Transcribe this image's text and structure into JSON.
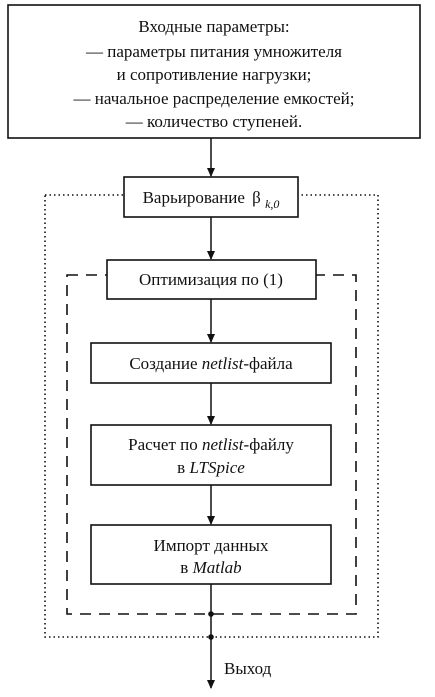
{
  "input_box": {
    "title": "Входные параметры:",
    "lines": [
      "— параметры питания умножителя",
      "и сопротивление нагрузки;",
      "— начальное распределение емкостей;",
      "— количество ступеней."
    ]
  },
  "vary_box": {
    "text": "Варьирование",
    "symbol": "β",
    "subscript": "k,0"
  },
  "optimize_box": {
    "text": "Оптимизация по (1)"
  },
  "netlist_box": {
    "prefix": "Создание ",
    "italic": "netlist",
    "suffix": "-файла"
  },
  "calc_box": {
    "line1_prefix": "Расчет по ",
    "line1_italic": "netlist",
    "line1_suffix": "-файлу",
    "line2_prefix": "в ",
    "line2_italic": "LTSpice"
  },
  "import_box": {
    "line1": "Импорт данных",
    "line2_prefix": "в ",
    "line2_italic": "Matlab"
  },
  "output_label": "Выход"
}
